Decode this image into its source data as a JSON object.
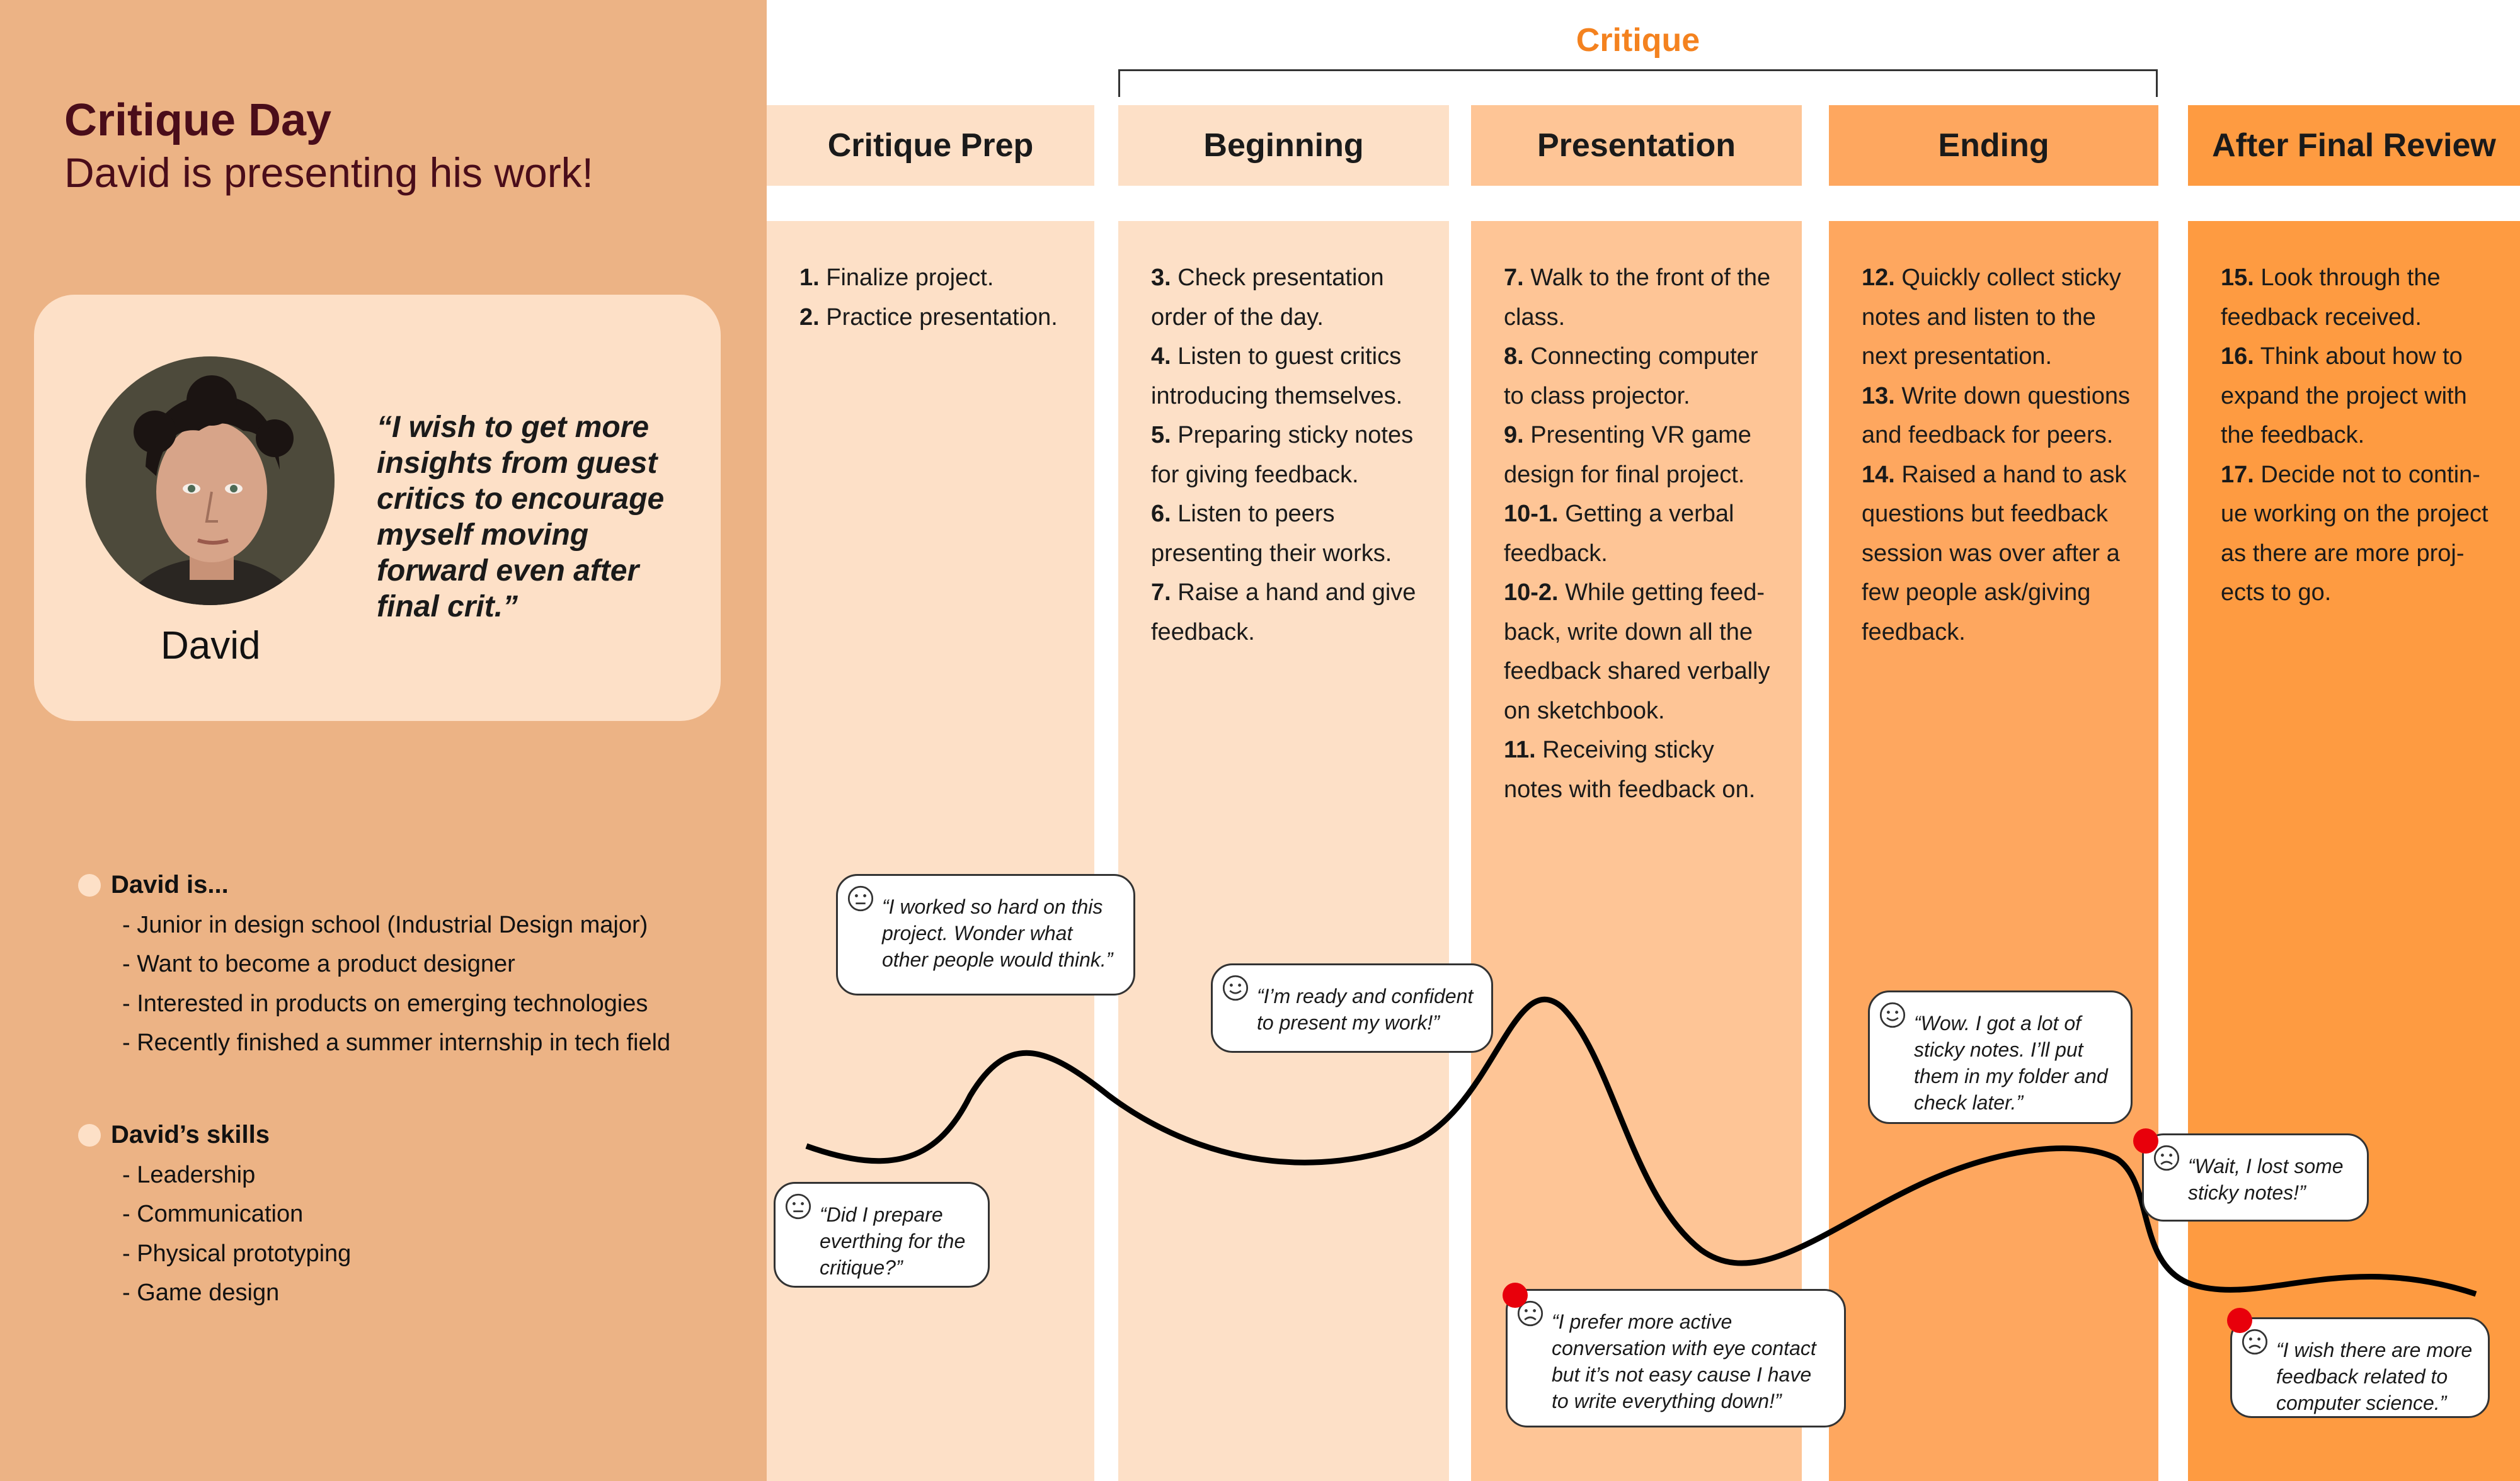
{
  "header": {
    "title": "Critique Day",
    "subtitle": "David is presenting his work!"
  },
  "persona": {
    "name": "David",
    "quote": "“I wish to get more insights from guest critics to encourage myself moving forward even after final crit.”"
  },
  "profile": {
    "heading": "David is...",
    "items": [
      "- Junior in design school (Industrial Design major)",
      "- Want to become a product designer",
      "- Interested in products on emerging technologies",
      "- Recently finished a summer internship in tech field"
    ]
  },
  "skills": {
    "heading": "David’s skills",
    "items": [
      "- Leadership",
      "- Communication",
      "- Physical prototyping",
      "- Game design"
    ]
  },
  "phase_group": {
    "label": "Critique"
  },
  "columns": [
    {
      "title": "Critique Prep",
      "color": "#fde0c7",
      "steps": [
        {
          "n": "1.",
          "t": "Finalize project."
        },
        {
          "n": "2.",
          "t": "Practice presentation."
        }
      ]
    },
    {
      "title": "Beginning",
      "color": "#fde0c7",
      "steps": [
        {
          "n": "3.",
          "t": "Check presentation order of the day."
        },
        {
          "n": "4.",
          "t": "Listen to guest critics introducing themselves."
        },
        {
          "n": "5.",
          "t": "Preparing sticky notes for giving feedback."
        },
        {
          "n": "6.",
          "t": "Listen to peers presenting their works."
        },
        {
          "n": "7.",
          "t": "Raise a hand and give feedback."
        }
      ]
    },
    {
      "title": "Presentation",
      "color": "#fec596",
      "steps": [
        {
          "n": "7.",
          "t": "Walk to the front of the class."
        },
        {
          "n": "8.",
          "t": "Connecting computer to class projector."
        },
        {
          "n": "9.",
          "t": "Presenting VR game design for final project."
        },
        {
          "n": "10-1.",
          "t": "Getting a verbal feedback."
        },
        {
          "n": "10-2.",
          "t": "While getting feed-back, write down all the feedback shared verbally on sketchbook."
        },
        {
          "n": "11.",
          "t": "Receiving sticky notes with feedback on."
        }
      ]
    },
    {
      "title": "Ending",
      "color": "#fea75f",
      "steps": [
        {
          "n": "12.",
          "t": "Quickly collect sticky notes and listen to the next presentation."
        },
        {
          "n": "13.",
          "t": "Write down questions and feedback for peers."
        },
        {
          "n": "14.",
          "t": "Raised a hand to ask questions but feedback session was over after a few people ask/giving feedback."
        }
      ]
    },
    {
      "title": "After Final Review",
      "color": "#fe9b41",
      "steps": [
        {
          "n": "15.",
          "t": "Look through the feedback received."
        },
        {
          "n": "16.",
          "t": "Think about how to expand the project with the feedback."
        },
        {
          "n": "17.",
          "t": "Decide not to contin-ue working on the project as there are more proj-ects to go."
        }
      ]
    }
  ],
  "bubbles": [
    {
      "mood": "neutral",
      "text": "“I worked so hard on this project. Wonder what other people would think.”"
    },
    {
      "mood": "happy",
      "text": "“I’m ready and confident to present my work!”"
    },
    {
      "mood": "neutral",
      "text": "“Did I prepare everthing for the critique?”"
    },
    {
      "mood": "happy",
      "text": "“Wow. I got a lot of sticky notes. I’ll put them in my folder and check later.”"
    },
    {
      "mood": "sad",
      "text": "“Wait, I lost some sticky notes!”"
    },
    {
      "mood": "sad",
      "text": "“I prefer more active conversation with eye contact but it’s not easy cause I have to write everything down!”"
    },
    {
      "mood": "sad",
      "text": "“I wish there are more feedback related to computer science.”"
    }
  ],
  "colors": {
    "left_panel": "#ecb385",
    "accent": "#f4821f",
    "title": "#4a0d1a",
    "pain_point": "#e8000b"
  }
}
